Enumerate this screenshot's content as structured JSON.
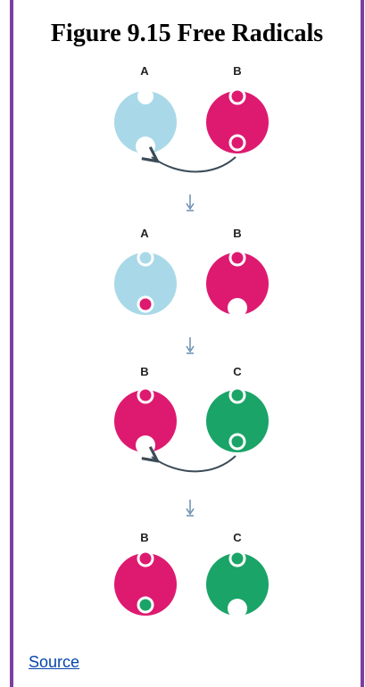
{
  "title": "Figure 9.15 Free Radicals",
  "source_link": "Source",
  "colors": {
    "frame": "#7b3fa0",
    "atom_a": "#a9d9e8",
    "atom_b": "#dd1a70",
    "atom_c": "#1aa467",
    "electron_empty": "#ffffff",
    "arrow": "#3b4b57",
    "down_arrow": "#6a8fb0",
    "link": "#0645ad"
  },
  "stages": [
    {
      "left_label": "A",
      "right_label": "B"
    },
    {
      "left_label": "A",
      "right_label": "B"
    },
    {
      "left_label": "B",
      "right_label": "C"
    },
    {
      "left_label": "B",
      "right_label": "C"
    }
  ]
}
